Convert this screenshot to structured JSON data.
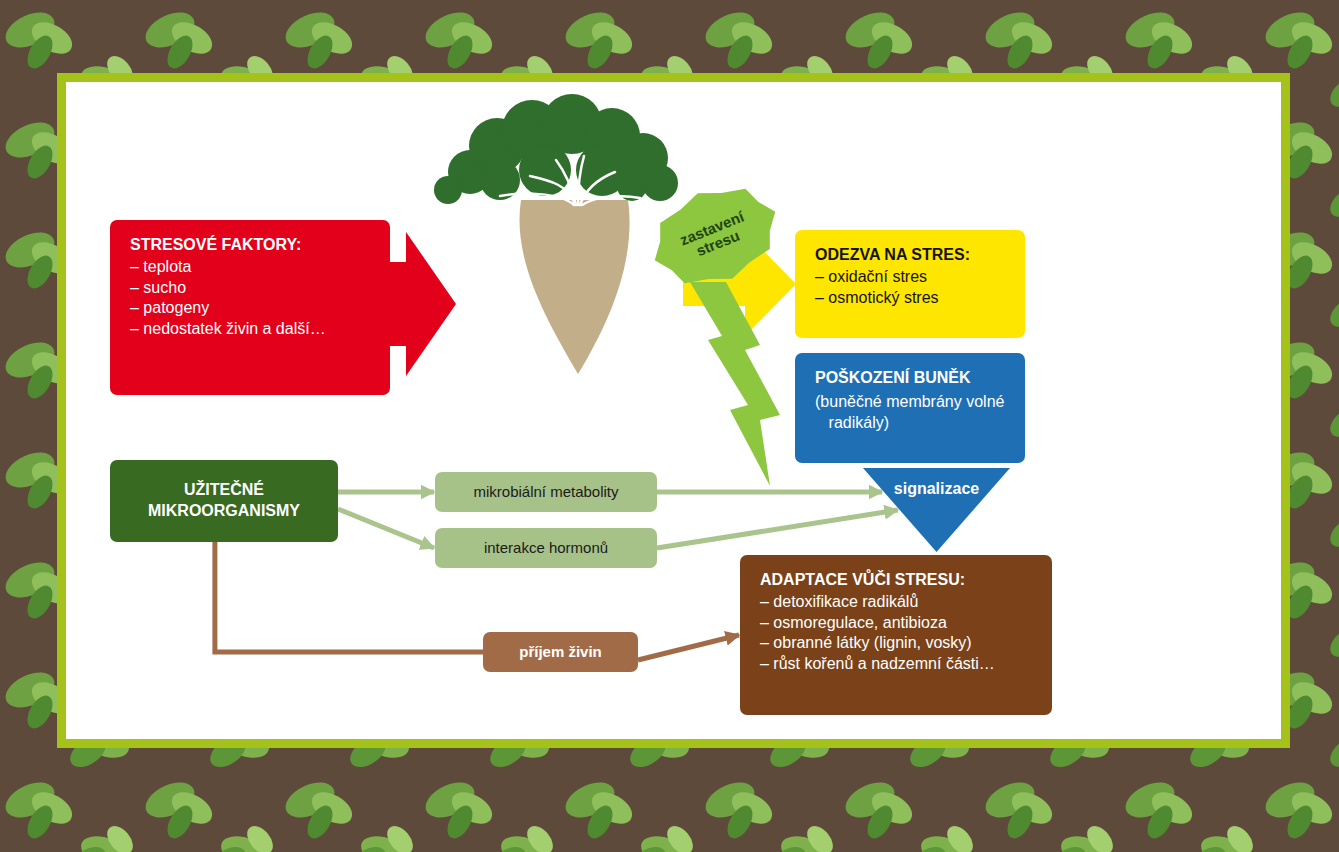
{
  "diagram": {
    "nodes": [
      {
        "text": [
          "STRESOVÉ FAKTORY:",
          "– teplota",
          "– sucho",
          "– patogeny",
          "– nedostatek živin a další…"
        ]
      },
      {
        "text": [
          "ODEZVA NA STRES:",
          "– oxidační stres",
          "– osmotický stres"
        ]
      },
      {
        "text": [
          "zastavení stresu"
        ]
      },
      {
        "text": [
          "POŠKOZENÍ BUNĚK",
          "(buněčné membrány volné radikály)"
        ]
      },
      {
        "text": [
          "UŽITEČNÉ MIKROORGANISMY"
        ]
      },
      {
        "text": [
          "mikrobiální metabolity"
        ]
      },
      {
        "text": [
          "signalizace"
        ]
      },
      {
        "text": [
          "interakce hormonů"
        ]
      },
      {
        "text": [
          "příjem živin"
        ]
      },
      {
        "text": [
          "ADAPTACE VŮČI STRESU:",
          "– detoxifikace radikálů",
          "– osmoregulace, antibioza",
          "– obranné látky (lignin, vosky)",
          "– růst kořenů a nadzemní části…"
        ]
      }
    ],
    "edges": [
      {
        "from": 4,
        "to": 5,
        "arrow": "to"
      },
      {
        "from": 4,
        "to": 7,
        "arrow": "to"
      },
      {
        "from": 5,
        "to": 6,
        "arrow": "to"
      },
      {
        "from": 7,
        "to": 6,
        "arrow": "to"
      },
      {
        "from": 4,
        "to": 8,
        "arrow": "none"
      },
      {
        "from": 8,
        "to": 9,
        "arrow": "to"
      }
    ]
  }
}
